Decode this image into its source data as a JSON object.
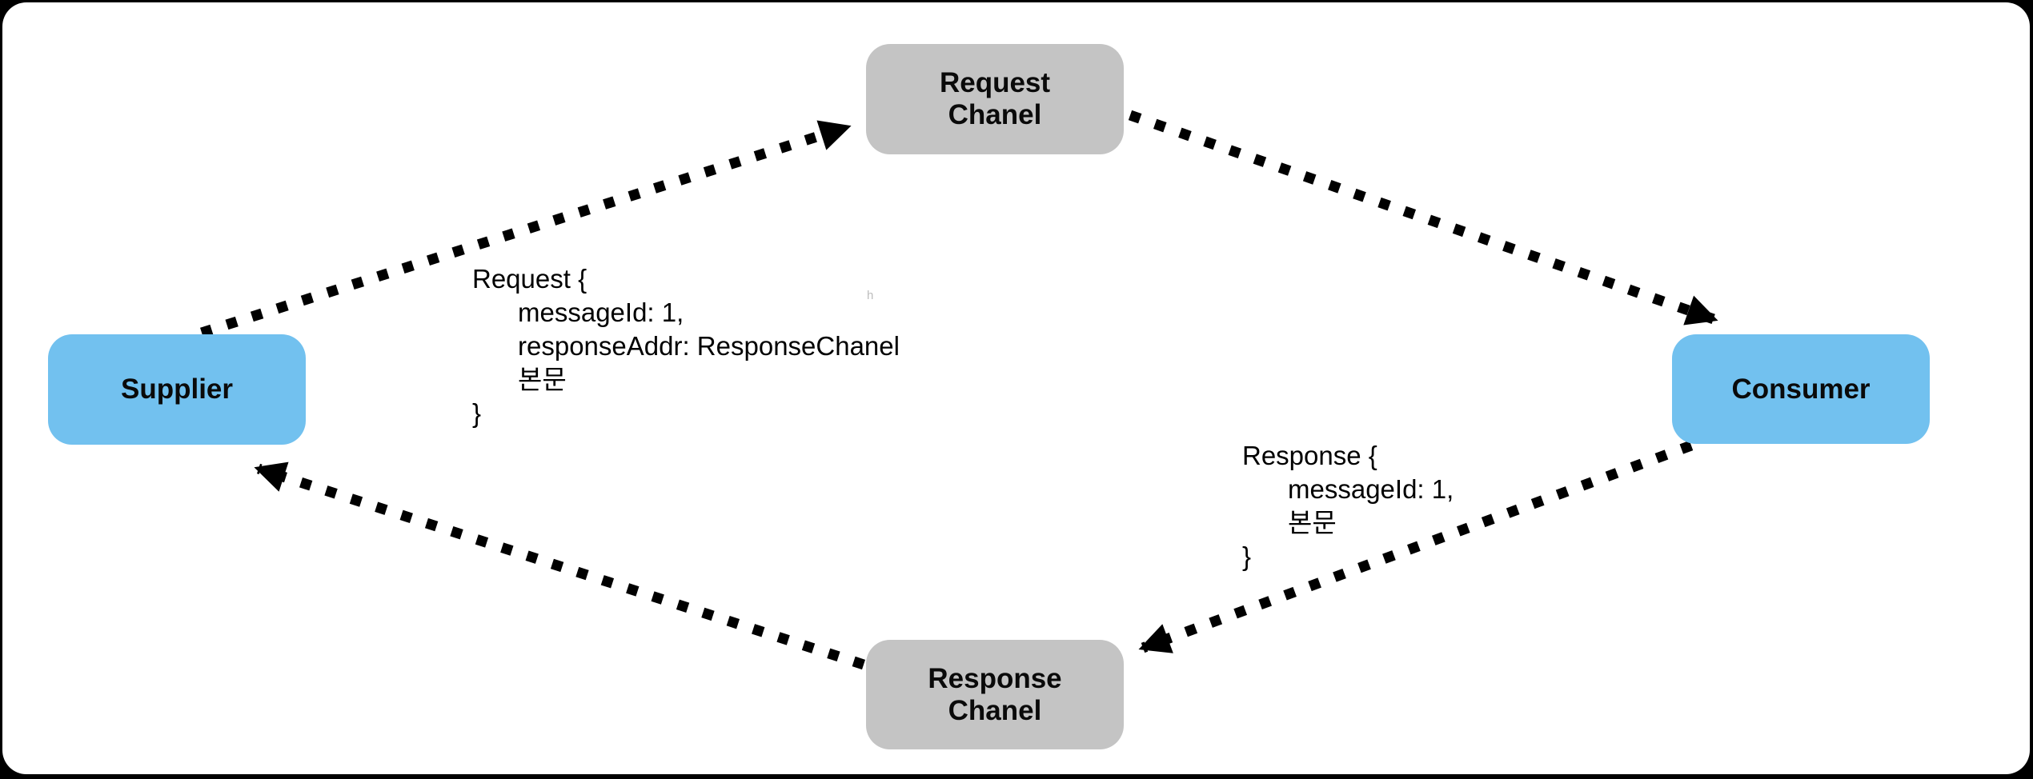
{
  "colors": {
    "background": "#000000",
    "panel": "#ffffff",
    "channel_box": "#c4c4c4",
    "endpoint_box": "#72c1ef",
    "arrow": "#000000",
    "text": "#000000"
  },
  "nodes": {
    "request_channel": {
      "line1": "Request",
      "line2": "Chanel"
    },
    "response_channel": {
      "line1": "Response",
      "line2": "Chanel"
    },
    "supplier": {
      "label": "Supplier"
    },
    "consumer": {
      "label": "Consumer"
    }
  },
  "annotations": {
    "request_message": {
      "lines": [
        "Request {",
        "messageId: 1,",
        "responseAddr: ResponseChanel",
        "본문",
        "}"
      ]
    },
    "response_message": {
      "lines": [
        "Response {",
        "messageId: 1,",
        "본문",
        "}"
      ]
    }
  },
  "arrows": [
    {
      "name": "supplier-to-request-channel",
      "from": "Supplier",
      "to": "Request Chanel",
      "style": "dotted"
    },
    {
      "name": "request-channel-to-consumer",
      "from": "Request Chanel",
      "to": "Consumer",
      "style": "dotted"
    },
    {
      "name": "consumer-to-response-channel",
      "from": "Consumer",
      "to": "Response Chanel",
      "style": "dotted"
    },
    {
      "name": "response-channel-to-supplier",
      "from": "Response Chanel",
      "to": "Supplier",
      "style": "dotted"
    }
  ],
  "stray_mark": "h"
}
